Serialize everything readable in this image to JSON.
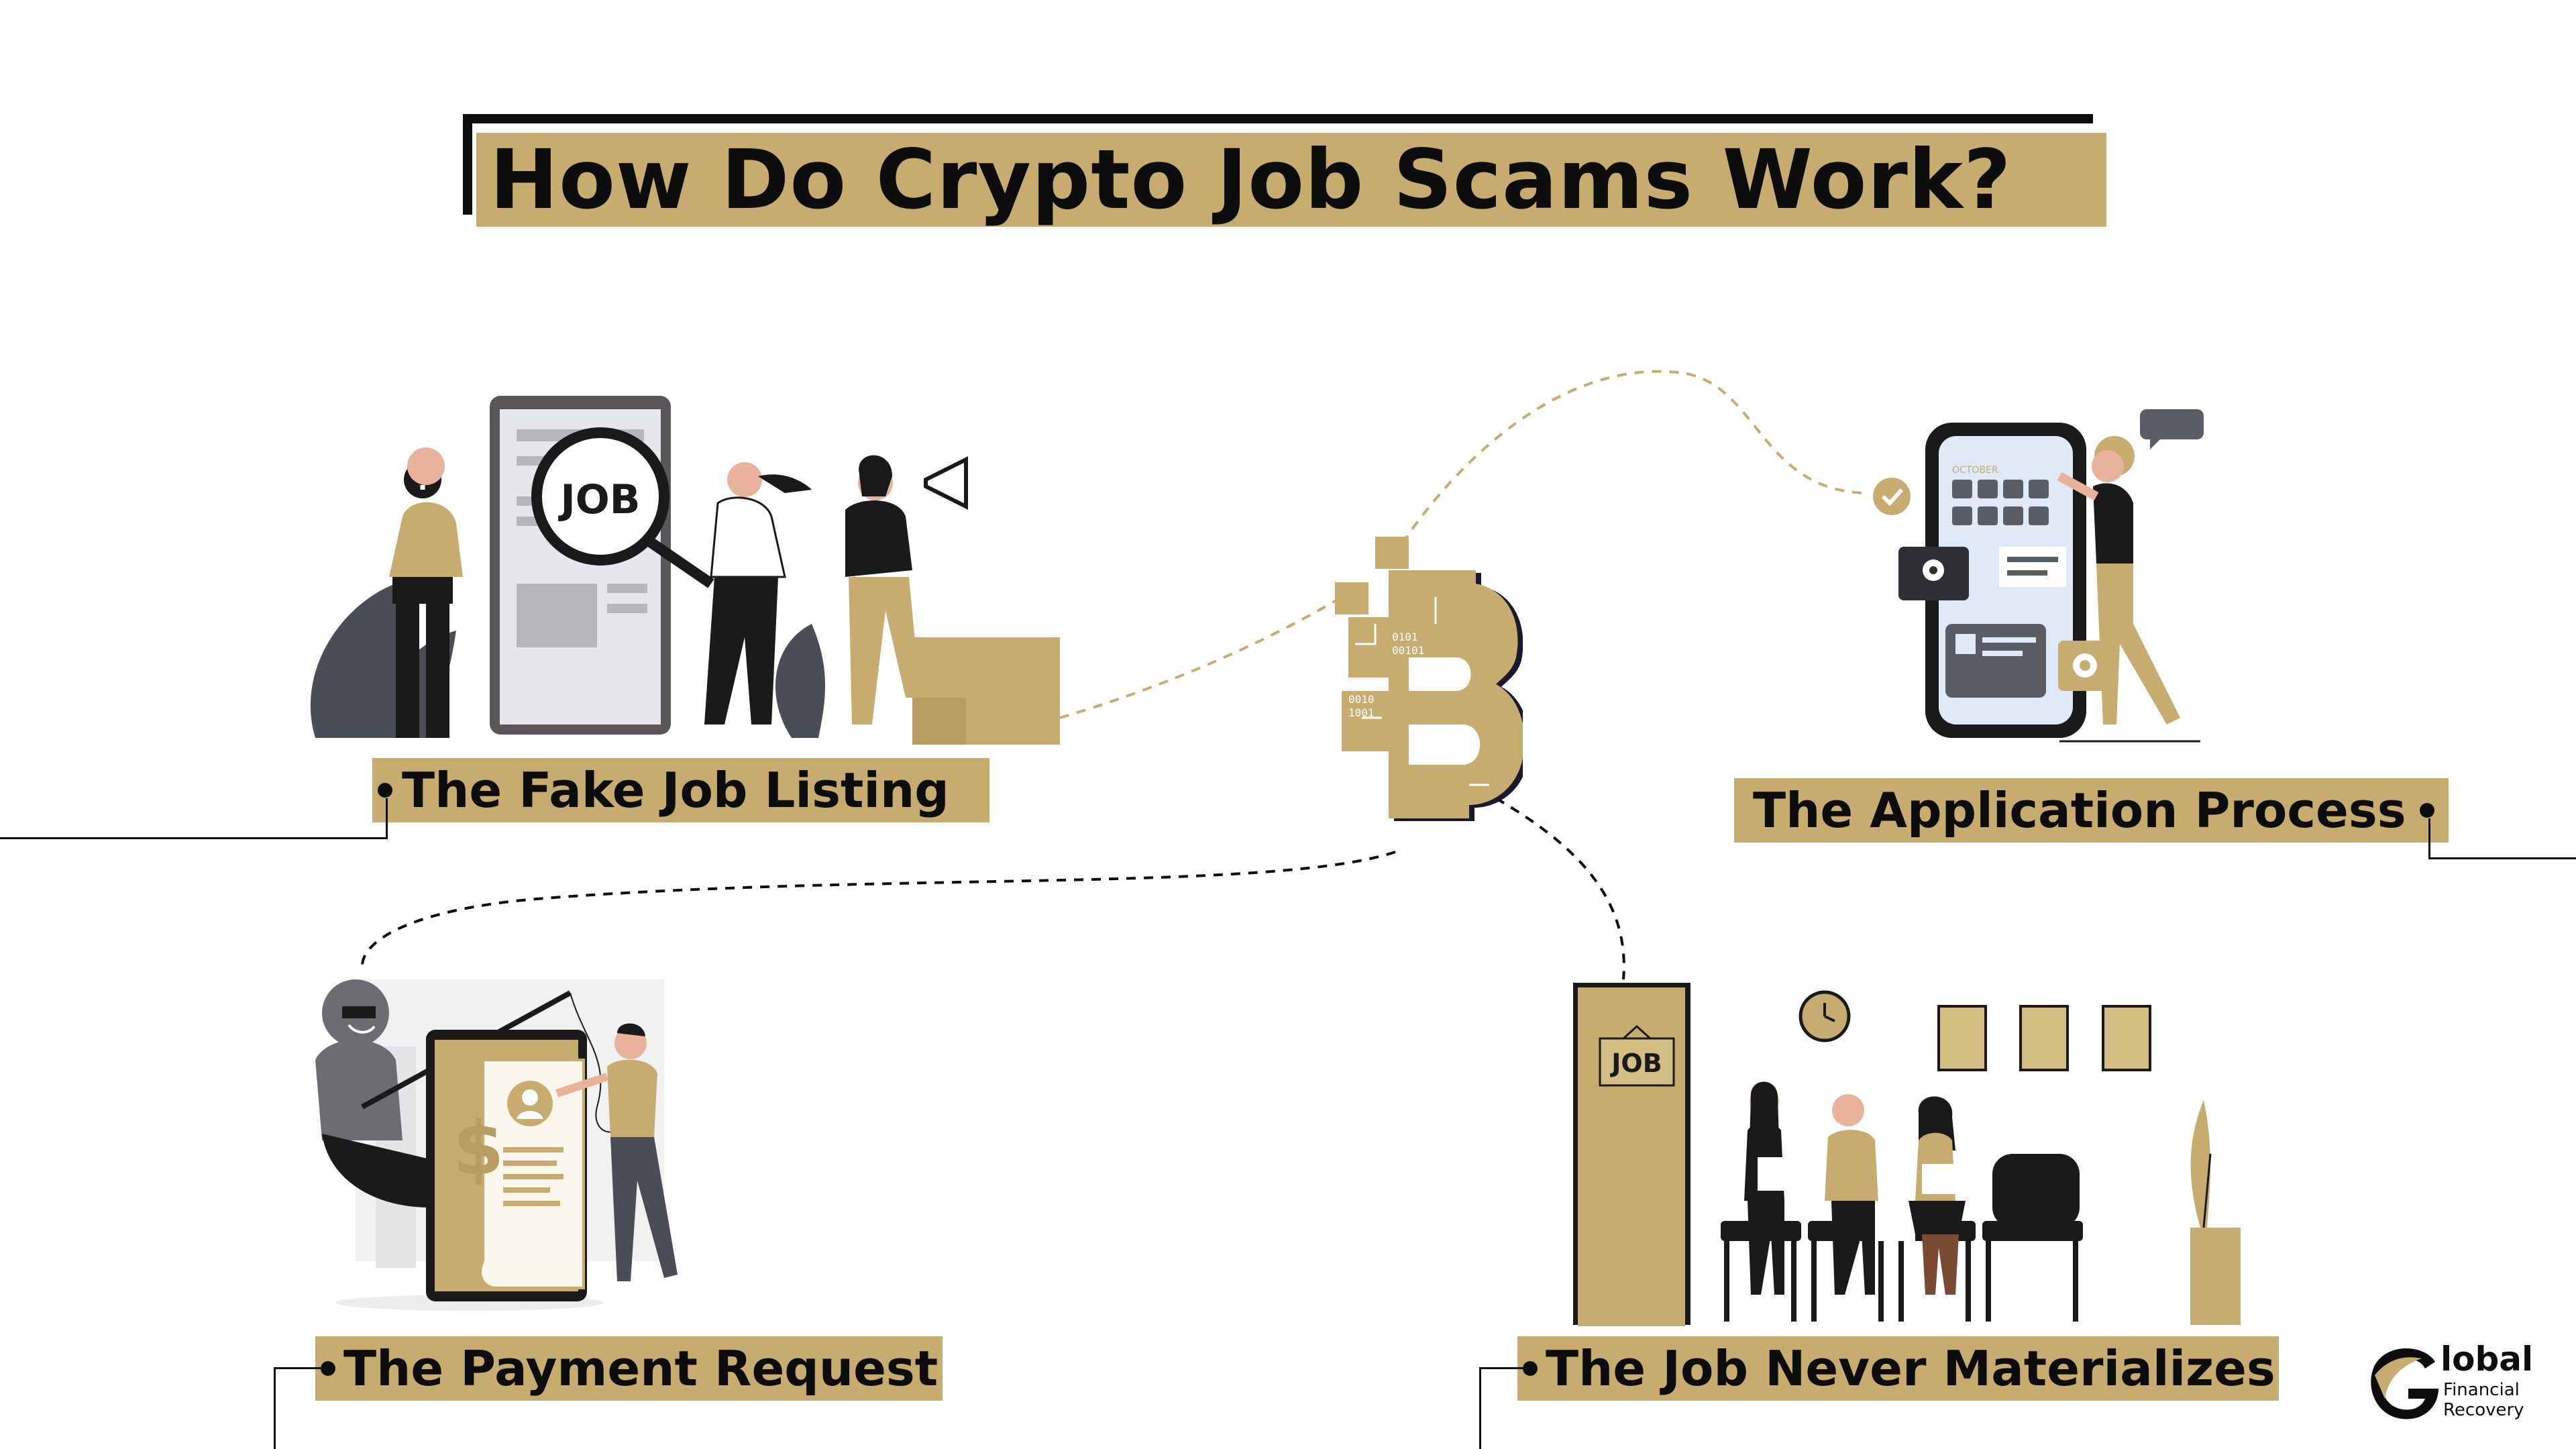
{
  "title": "How Do Crypto Job Scams Work?",
  "steps": {
    "fake_listing": "The Fake Job Listing",
    "application": "The Application Process",
    "payment": "The Payment Request",
    "never": "The Job Never Materializes"
  },
  "illustrations": {
    "job_badge": "JOB",
    "door_sign": "JOB",
    "calendar_month": "OCTOBER",
    "binary_1": "0101",
    "binary_2": "00101",
    "binary_3": "0010",
    "binary_4": "1001"
  },
  "logo": {
    "line1": "lobal",
    "line2": "Financial",
    "line3": "Recovery",
    "letter": "G"
  },
  "colors": {
    "gold": "#c8ac6f",
    "dark": "#0d0d0d",
    "grey": "#4a4d57",
    "light_grey": "#e6e7ea"
  }
}
